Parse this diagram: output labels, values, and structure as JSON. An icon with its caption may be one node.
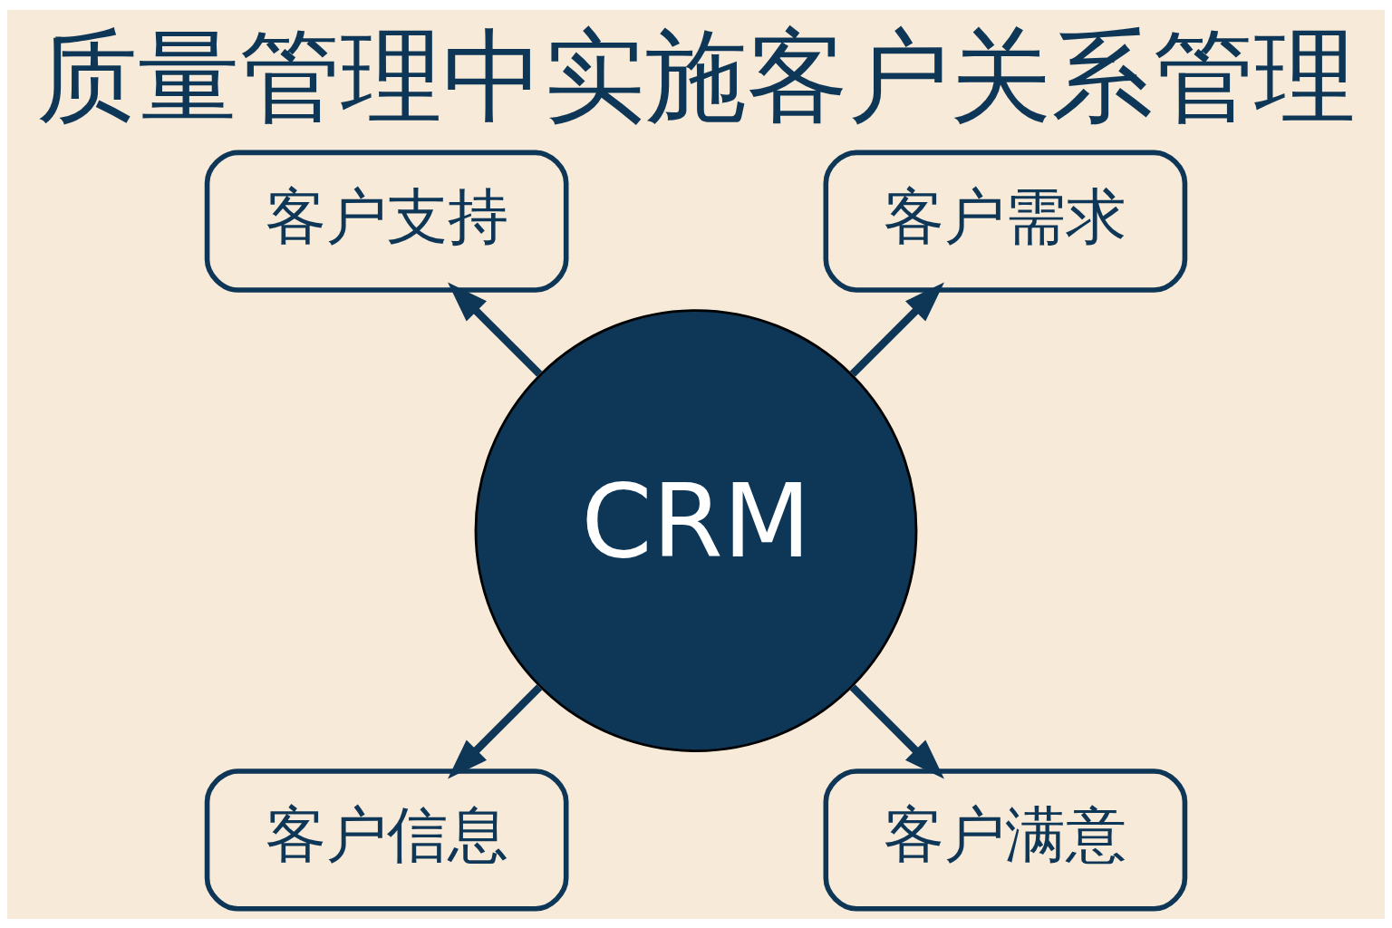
{
  "diagram": {
    "title": "质量管理中实施客户关系管理",
    "nodes": [
      {
        "text": [
          "CRM"
        ]
      },
      {
        "text": [
          "客户需求"
        ]
      },
      {
        "text": [
          "客户支持"
        ]
      },
      {
        "text": [
          "客户信息"
        ]
      },
      {
        "text": [
          "客户满意"
        ]
      }
    ],
    "edges": [
      {
        "from": 0,
        "to": 1,
        "arrow": "to"
      },
      {
        "from": 0,
        "to": 2,
        "arrow": "to"
      },
      {
        "from": 0,
        "to": 3,
        "arrow": "to"
      },
      {
        "from": 0,
        "to": 4,
        "arrow": "to"
      }
    ]
  }
}
